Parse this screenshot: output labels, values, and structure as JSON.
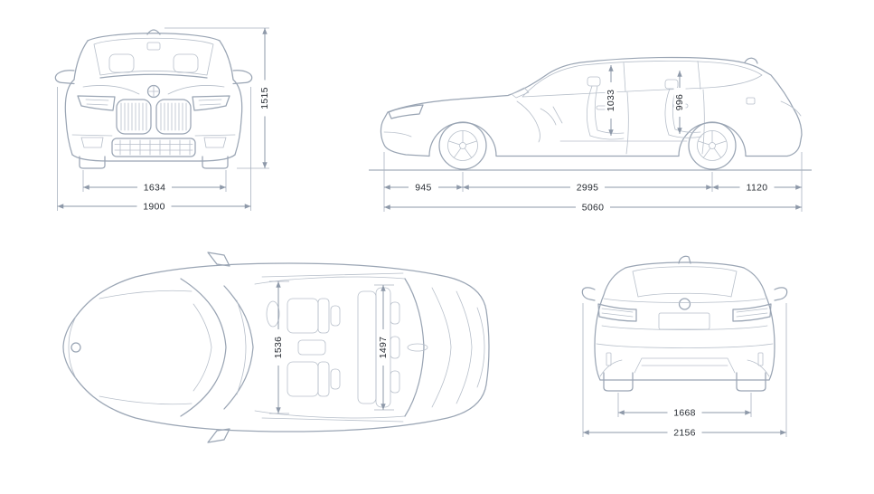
{
  "diagram": {
    "name": "vehicle-dimension-drawing",
    "colors": {
      "background": "#FFFFFF",
      "car_line": "#9AA5B4",
      "detail_line": "#B7BFCA",
      "dimension_line": "#8E99A9",
      "dimension_text": "#272C33"
    },
    "views": {
      "front": {
        "label": "front-view",
        "dims": {
          "track_front": "1634",
          "width": "1900",
          "height": "1515"
        }
      },
      "side": {
        "label": "side-view",
        "dims": {
          "headroom_front": "1033",
          "headroom_rear": "996",
          "overhang_front": "945",
          "wheelbase": "2995",
          "overhang_rear": "1120",
          "length": "5060"
        }
      },
      "top": {
        "label": "top-view",
        "dims": {
          "interior_width_front": "1536",
          "interior_width_rear": "1497"
        }
      },
      "rear": {
        "label": "rear-view",
        "dims": {
          "track_rear": "1668",
          "width_incl_mirrors": "2156"
        }
      }
    }
  }
}
